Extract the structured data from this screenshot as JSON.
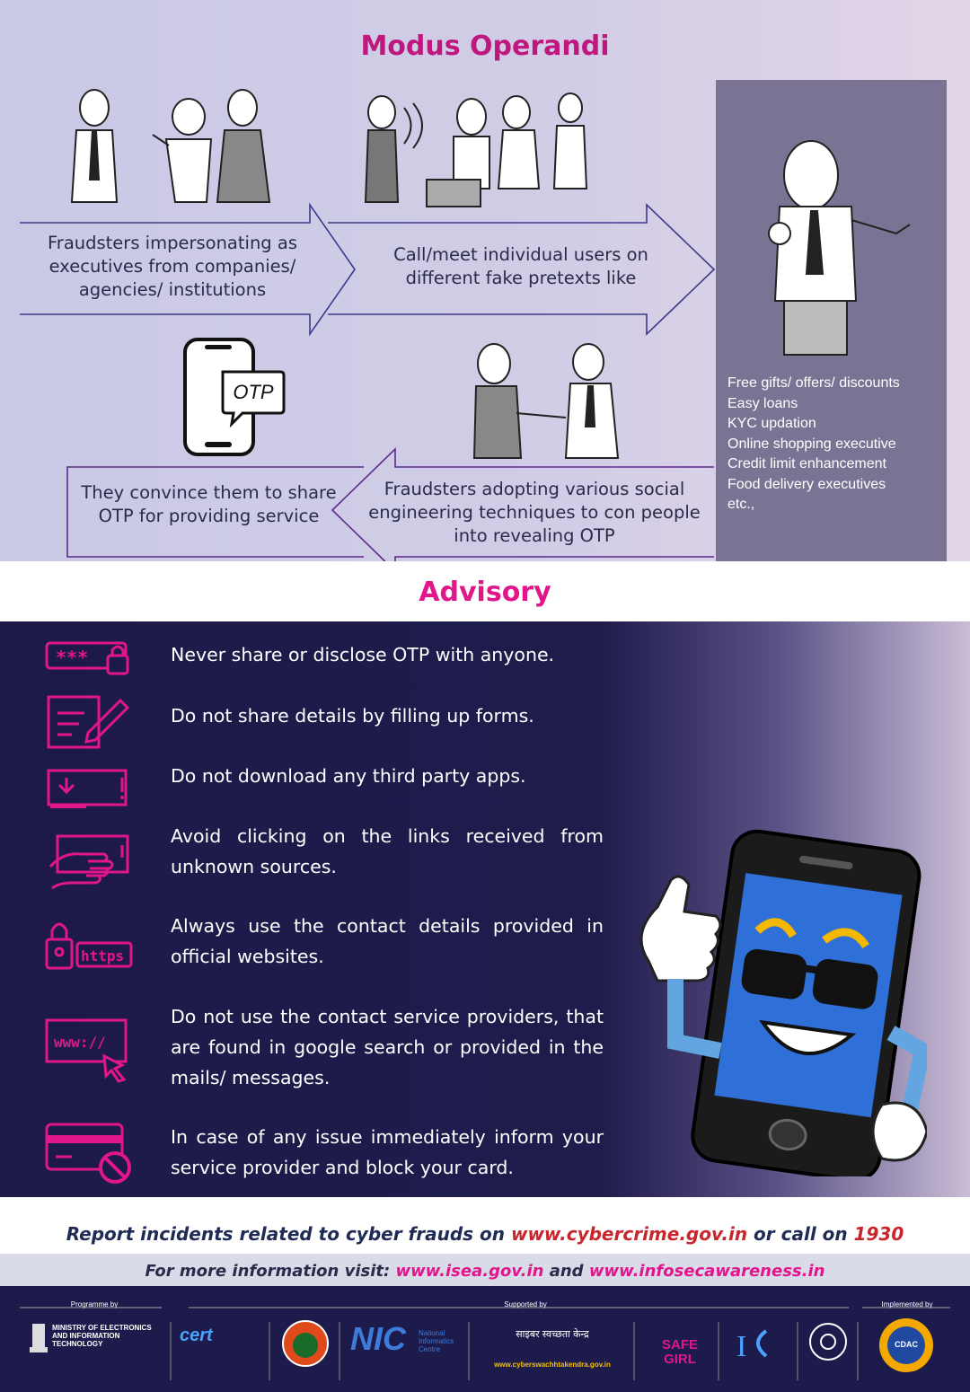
{
  "modus": {
    "title": "Modus Operandi",
    "step1": "Fraudsters impersonating as executives from companies/ agencies/ institutions",
    "step2": "Call/meet individual users on different fake pretexts like",
    "step3": "Fraudsters adopting various social engineering techniques to con people into revealing OTP",
    "step4": "They convince them to share OTP for providing service",
    "otp_label": "OTP",
    "pretexts": [
      "Free gifts/ offers/ discounts",
      "Easy loans",
      "KYC updation",
      "Online shopping executive",
      "Credit limit enhancement",
      "Food delivery executives",
      "etc.,"
    ]
  },
  "advisory": {
    "title": "Advisory",
    "items": [
      {
        "text": "Never share or disclose OTP with anyone.",
        "icon": "password-lock-icon"
      },
      {
        "text": "Do not share details by filling up forms.",
        "icon": "form-pen-icon"
      },
      {
        "text": "Do not download any third party apps.",
        "icon": "download-phone-icon"
      },
      {
        "text": "Avoid clicking on the links received from unknown sources.",
        "icon": "hand-tap-icon"
      },
      {
        "text": "Always use the contact details provided in official websites.",
        "icon": "https-lock-icon"
      },
      {
        "text": "Do not use the contact service providers, that are found in google search or provided in the mails/ messages.",
        "icon": "www-cursor-icon"
      },
      {
        "text": "In case of any issue immediately inform your service provider and block your card.",
        "icon": "blocked-card-icon"
      }
    ],
    "icon_text": {
      "stars": "***",
      "https": "https",
      "www": "www://"
    }
  },
  "footer": {
    "report_prefix": "Report incidents related to cyber frauds on ",
    "report_url": "www.cybercrime.gov.in",
    "report_mid": " or call on ",
    "report_phone": "1930",
    "info_prefix": "For more information visit: ",
    "info_url1": "www.isea.gov.in",
    "info_and": " and ",
    "info_url2": "www.infosecawareness.in",
    "programme_by": "Programme by",
    "supported_by": "Supported by",
    "implemented_by": "Implemented by",
    "meity": "MINISTRY OF ELECTRONICS AND INFORMATION TECHNOLOGY",
    "cert": "cert",
    "nic": "NIC",
    "nic_full": "National Informatics Centre",
    "csk_hindi": "साइबर स्वच्छता केन्द्र",
    "csk_url": "www.cyberswachhtakendra.gov.in",
    "safe_girl": "SAFE GIRL",
    "cdac": "CDAC"
  },
  "colors": {
    "magenta": "#e0168a",
    "navy": "#1d1a4a",
    "purple_box": "#7b7394",
    "red": "#c8262c"
  }
}
